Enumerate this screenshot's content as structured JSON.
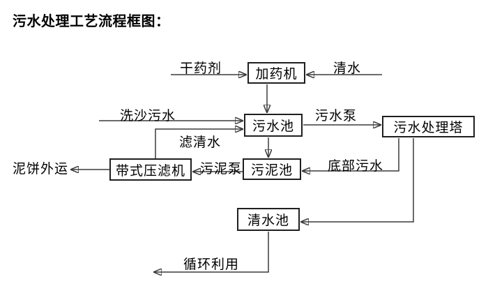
{
  "title": "污水处理工艺流程框图：",
  "colors": {
    "background": "#ffffff",
    "line": "#3a3a3a",
    "box_border": "#1f1f1f",
    "text": "#000000"
  },
  "nodes": {
    "dosing_machine": "加药机",
    "sewage_pool": "污水池",
    "treatment_tower": "污水处理塔",
    "belt_filter_press": "带式压滤机",
    "sludge_pool": "污泥池",
    "clean_water_pool": "清水池"
  },
  "flow_labels": {
    "dry_chemical": "干药剂",
    "clean_water": "清水",
    "sand_washing_sewage": "洗沙污水",
    "sewage_pump": "污水泵",
    "filtered_water": "滤清水",
    "bottom_sewage": "底部污水",
    "sludge_pump": "污泥泵",
    "mud_cake_out": "泥饼外运",
    "recycling": "循环利用"
  },
  "flows": [
    {
      "label": "干药剂",
      "from": "external",
      "to": "加药机"
    },
    {
      "label": "清水",
      "from": "external",
      "to": "加药机"
    },
    {
      "label": "",
      "from": "加药机",
      "to": "污水池"
    },
    {
      "label": "洗沙污水",
      "from": "external",
      "to": "污水池"
    },
    {
      "label": "滤清水",
      "from": "带式压滤机",
      "to": "污水池"
    },
    {
      "label": "污水泵",
      "from": "污水池",
      "to": "污水处理塔"
    },
    {
      "label": "",
      "from": "污水池",
      "to": "污泥池"
    },
    {
      "label": "底部污水",
      "from": "污水处理塔",
      "to": "污泥池"
    },
    {
      "label": "污泥泵",
      "from": "污泥池",
      "to": "带式压滤机"
    },
    {
      "label": "泥饼外运",
      "from": "带式压滤机",
      "to": "external"
    },
    {
      "label": "",
      "from": "污水处理塔",
      "to": "清水池"
    },
    {
      "label": "循环利用",
      "from": "清水池",
      "to": "external"
    }
  ]
}
